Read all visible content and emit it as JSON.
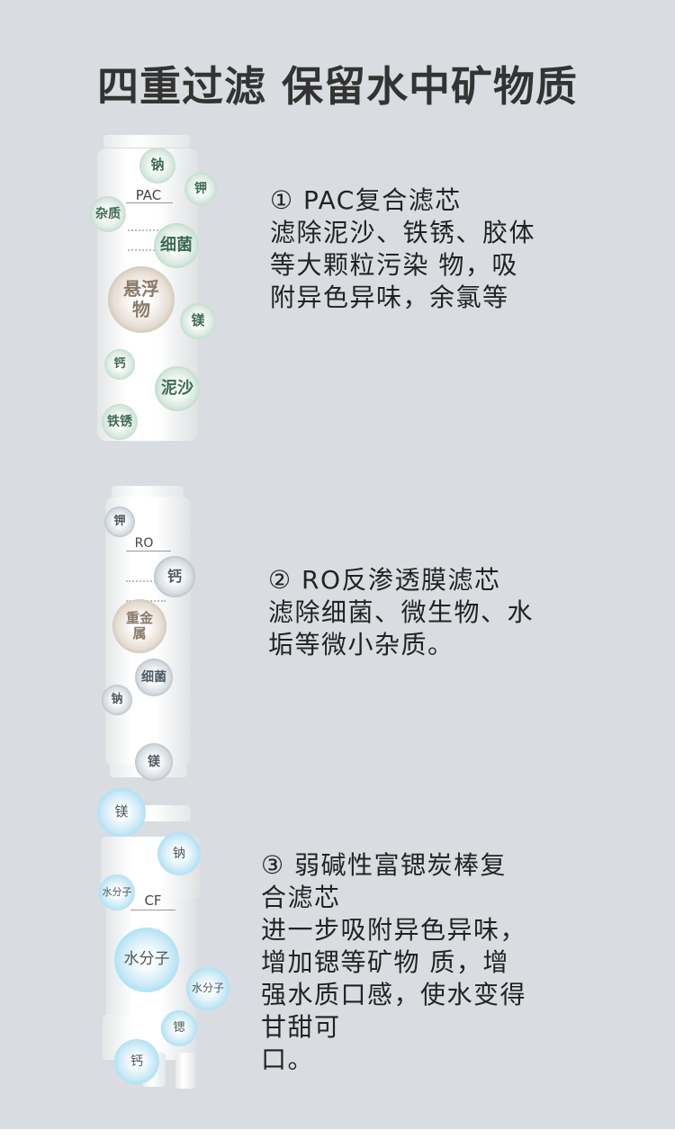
{
  "title": "四重过滤 保留水中矿物质",
  "filters": [
    {
      "label": "PAC",
      "lines": [
        "① PAC复合滤芯",
        "滤除泥沙、铁锈、胶体",
        "等大颗粒污染 物，吸",
        "附异色异味，余氯等"
      ],
      "bubbles": [
        "钠",
        "钾",
        "杂质",
        "细菌",
        "悬浮物",
        "镁",
        "钙",
        "泥沙",
        "铁锈"
      ]
    },
    {
      "label": "RO",
      "lines": [
        "② RO反渗透膜滤芯",
        "滤除细菌、微生物、水",
        "垢等微小杂质。"
      ],
      "bubbles": [
        "钾",
        "钙",
        "重金属",
        "细菌",
        "钠",
        "镁"
      ]
    },
    {
      "label": "CF",
      "lines": [
        "③ 弱碱性富锶炭棒复",
        "合滤芯",
        "进一步吸附异色异味，",
        "增加锶等矿物 质，增",
        "强水质口感，使水变得",
        "甘甜可",
        "口。"
      ],
      "bubbles": [
        "镁",
        "钠",
        "水分子",
        "水分子",
        "水分子",
        "锶",
        "钙"
      ]
    }
  ],
  "colors": {
    "background": "#d9dde1",
    "pac_bubble": "#8fbca2",
    "ro_bubble": "#75838f",
    "cf_bubble": "#70d2f4",
    "impurity_bubble": "#a39784"
  }
}
